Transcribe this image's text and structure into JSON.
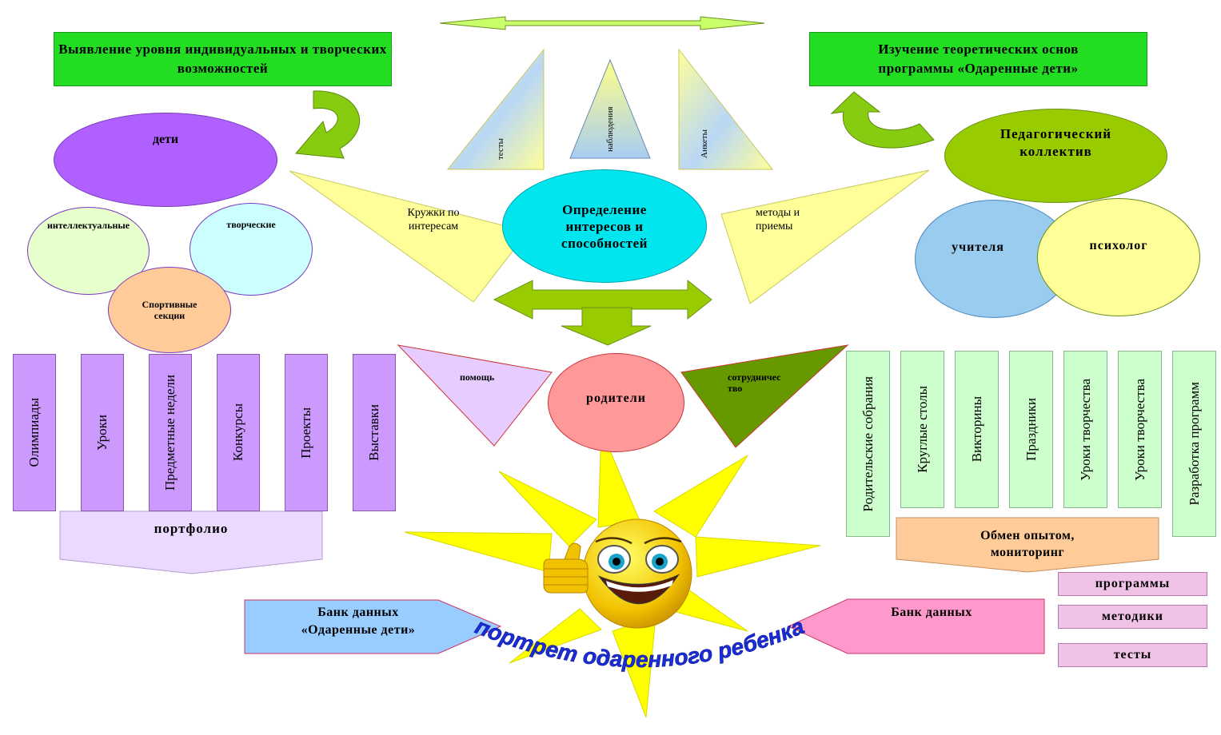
{
  "top_left_box": "Выявление уровня индивидуальных и творческих возможностей",
  "top_right_box": "Изучение теоретических основ программы «Одаренные дети»",
  "triangles_top": [
    "тесты",
    "наблюдения",
    "Анкеты"
  ],
  "center": "Определение интересов и способностей",
  "clubs": "Кружки по интересам",
  "methods": "методы и приемы",
  "children": {
    "title": "дети",
    "intellectual": "интеллектуальные",
    "creative": "творческие",
    "sport": "Спортивные секции"
  },
  "staff": {
    "title": "Педагогический коллектив",
    "teachers": "учителя",
    "psychologist": "психолог"
  },
  "parents": {
    "title": "родители",
    "help": "помощь",
    "cooperation": "сотрудничество"
  },
  "left_bars": [
    "Олимпиады",
    "Уроки",
    "Предметные недели",
    "Конкурсы",
    "Проекты",
    "Выставки"
  ],
  "portfolio": "портфолио",
  "right_bars": [
    "Родительские собрания",
    "Круглые столы",
    "Викторины",
    "Праздники",
    "Уроки творчества",
    "Уроки творчества",
    "Разработка программ"
  ],
  "exchange": "Обмен опытом, мониторинг",
  "bank_left": "Банк данных «Одаренные дети»",
  "bank_right": "Банк данных",
  "bank_items": [
    "программы",
    "методики",
    "тесты"
  ],
  "portrait": "портрет одаренного ребенка",
  "colors": {
    "green": "#22dd22",
    "cyan": "#00e5ee",
    "yellow": "#ffff99",
    "olive": "#99cc00",
    "purple": "#b060ff",
    "lilac": "#cc99ff",
    "sun": "#ffff00"
  }
}
